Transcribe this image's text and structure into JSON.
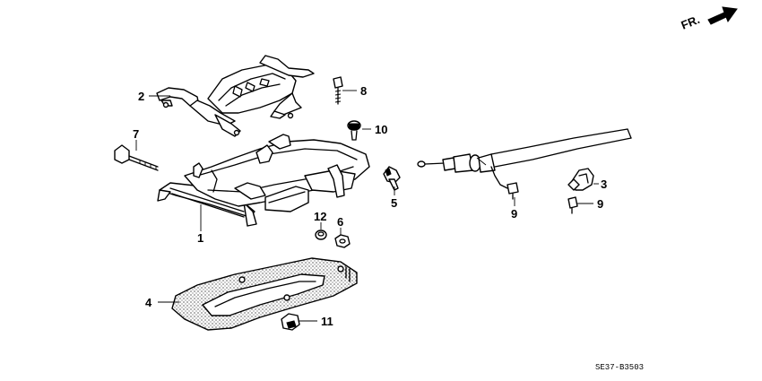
{
  "diagram": {
    "direction_label": "FR.",
    "drawing_code": "SE37-B3503",
    "callouts": {
      "c1": "1",
      "c2": "2",
      "c3": "3",
      "c4": "4",
      "c5": "5",
      "c6": "6",
      "c7": "7",
      "c8": "8",
      "c9a": "9",
      "c9b": "9",
      "c10": "10",
      "c11": "11",
      "c12": "12"
    }
  }
}
